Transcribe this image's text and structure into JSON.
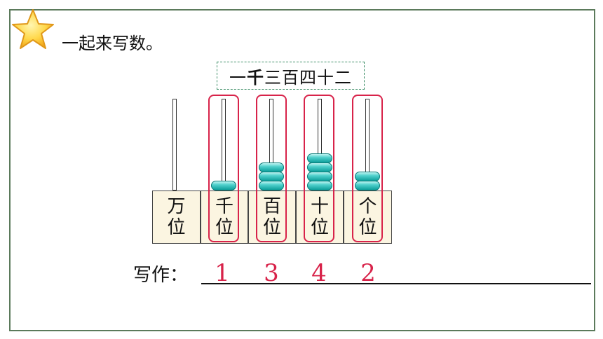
{
  "instruction": "一起来写数。",
  "number_words": {
    "part1": "一",
    "part2": "千",
    "part3": "三百四十二"
  },
  "place_values": [
    {
      "char1": "万",
      "char2": "位",
      "beads": 0
    },
    {
      "char1": "千",
      "char2": "位",
      "beads": 1
    },
    {
      "char1": "百",
      "char2": "位",
      "beads": 3
    },
    {
      "char1": "十",
      "char2": "位",
      "beads": 4
    },
    {
      "char1": "个",
      "char2": "位",
      "beads": 2
    }
  ],
  "write_label": "写作：",
  "digits": [
    "1",
    "3",
    "4",
    "2"
  ],
  "colors": {
    "accent": "#d8234a",
    "bead": "#2cbab6",
    "frame": "#5b7a5b",
    "base": "#fbf5e1"
  },
  "icons": {
    "star": "star-icon"
  }
}
